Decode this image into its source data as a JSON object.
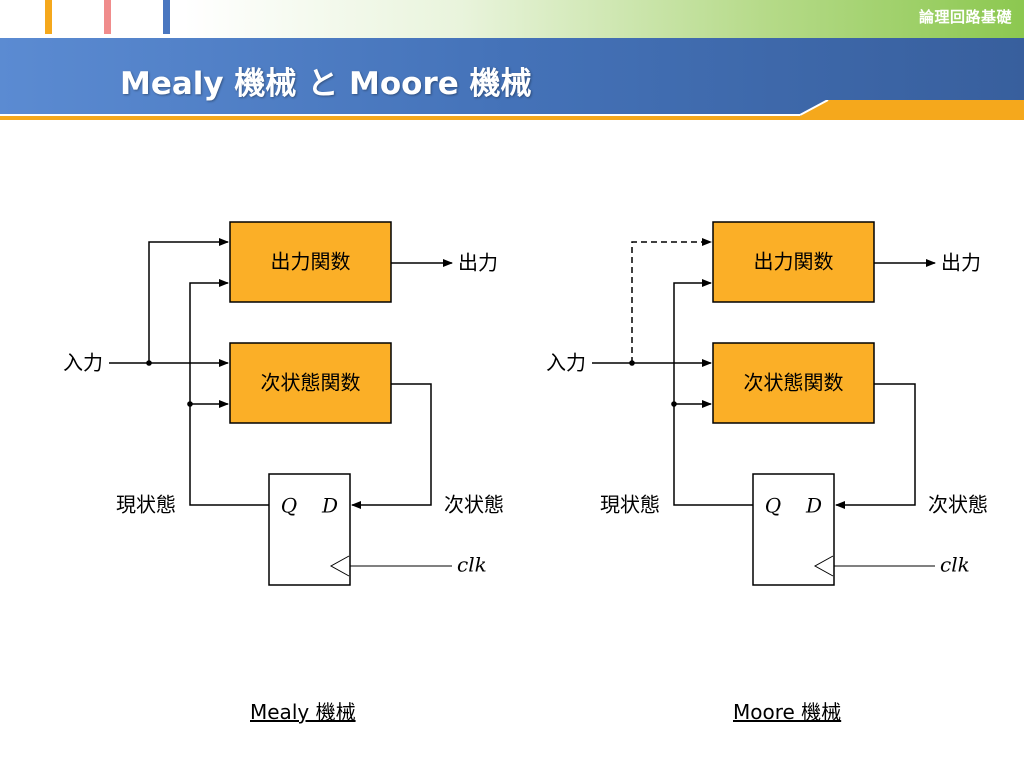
{
  "header": {
    "course_name": "論理回路基礎",
    "title": "Mealy 機械 と Moore 機械",
    "colors": {
      "accent_orange": "#f5a81c",
      "title_blue": "#4472b8",
      "green": "#8cc850",
      "block_fill": "#fbaf27"
    }
  },
  "diagrams": [
    {
      "output_function": "出力関数",
      "next_state_function": "次状態関数",
      "output_label": "出力",
      "input_label": "入力",
      "current_state_label": "現状態",
      "next_state_label": "次状態",
      "ff_q": "Q",
      "ff_d": "D",
      "clock_label": "clk",
      "caption": "Mealy 機械"
    },
    {
      "output_function": "出力関数",
      "next_state_function": "次状態関数",
      "output_label": "出力",
      "input_label": "入力",
      "current_state_label": "現状態",
      "next_state_label": "次状態",
      "ff_q": "Q",
      "ff_d": "D",
      "clock_label": "clk",
      "caption": "Moore 機械"
    }
  ]
}
